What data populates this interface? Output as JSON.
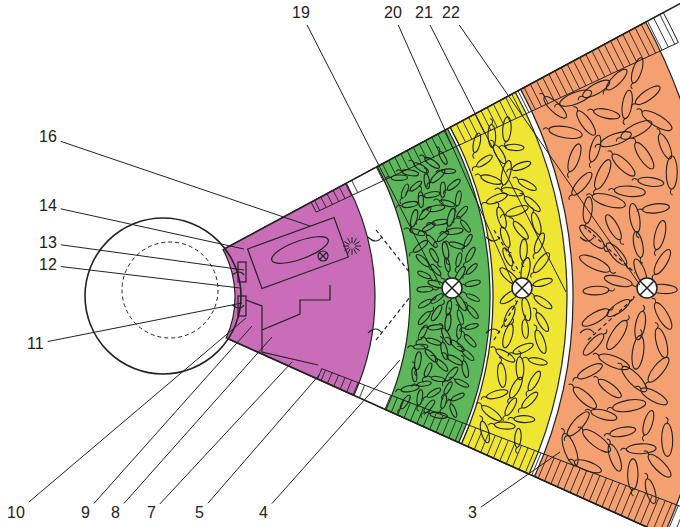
{
  "diagram": {
    "labels": [
      "16",
      "14",
      "13",
      "12",
      "11",
      "19",
      "20",
      "21",
      "22",
      "10",
      "9",
      "8",
      "7",
      "5",
      "4",
      "3"
    ]
  }
}
